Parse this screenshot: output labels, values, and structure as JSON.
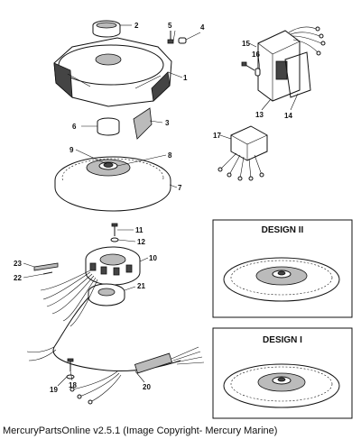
{
  "callouts": {
    "c1": "1",
    "c2": "2",
    "c3": "3",
    "c4": "4",
    "c5": "5",
    "c6": "6",
    "c7": "7",
    "c8": "8",
    "c9": "9",
    "c10": "10",
    "c11": "11",
    "c12": "12",
    "c13": "13",
    "c14": "14",
    "c15": "15",
    "c16": "16",
    "c17": "17",
    "c18": "18",
    "c19": "19",
    "c20": "20",
    "c21": "21",
    "c22": "22",
    "c23": "23"
  },
  "panels": {
    "design2_title": "DESIGN II",
    "design1_title": "DESIGN I"
  },
  "footer": {
    "caption": "MercuryPartsOnline v2.5.1 (Image Copyright- Mercury Marine)"
  }
}
